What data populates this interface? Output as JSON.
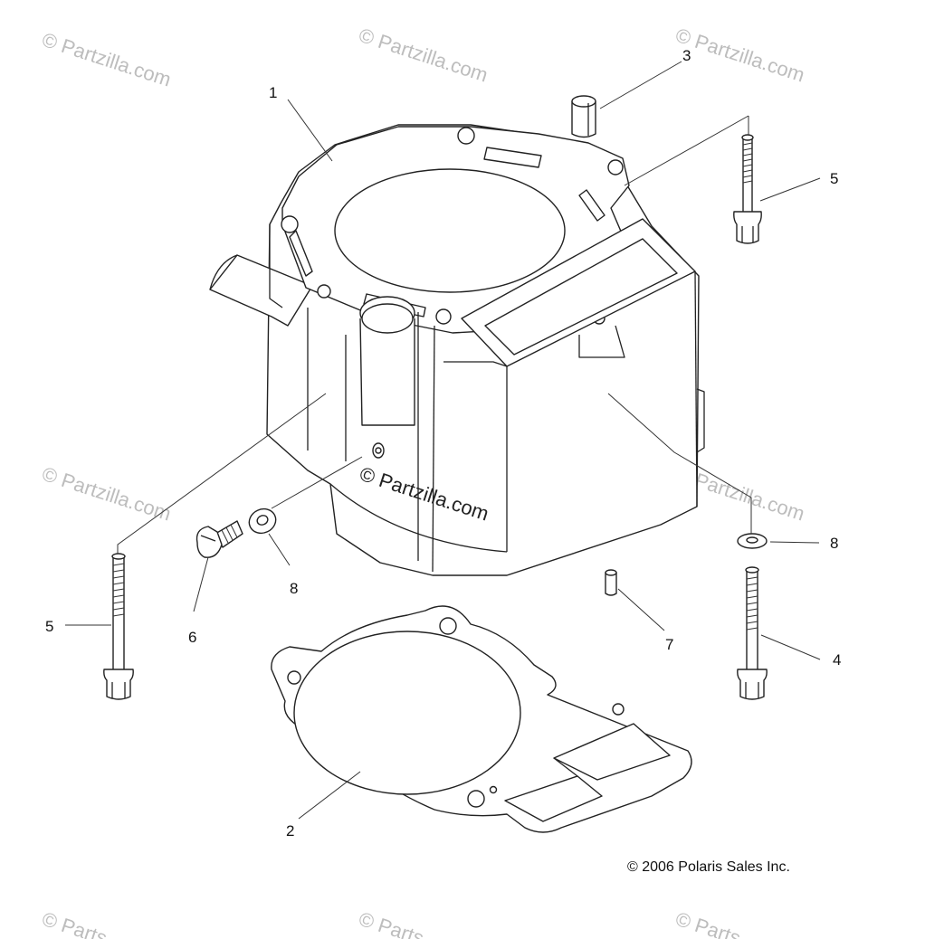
{
  "watermarks": [
    "© Partzilla.com",
    "© Partzilla.com",
    "© Partzilla.com",
    "© Partzilla.com",
    "© Partzilla.com",
    "© Parts",
    "© Parts",
    "© Parts"
  ],
  "center_watermark": "© Partzilla.com",
  "callouts": {
    "c1": "1",
    "c2": "2",
    "c3": "3",
    "c4": "4",
    "c5a": "5",
    "c5b": "5",
    "c6": "6",
    "c7": "7",
    "c8a": "8",
    "c8b": "8"
  },
  "copyright": "© 2006 Polaris Sales Inc."
}
